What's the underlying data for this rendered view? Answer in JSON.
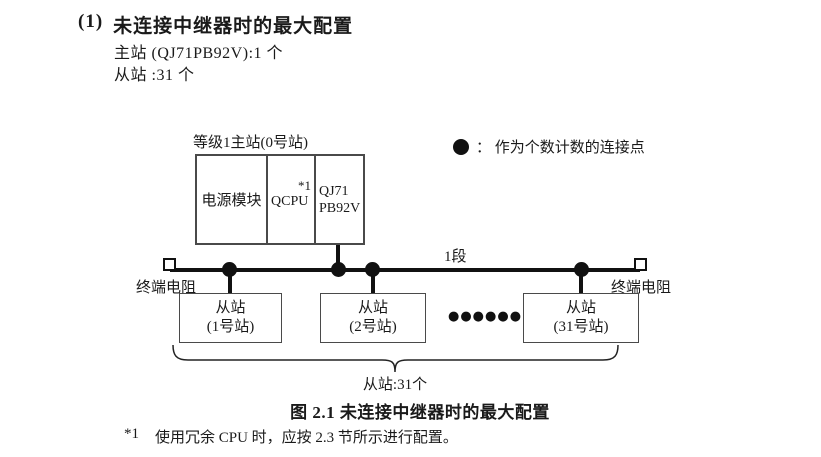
{
  "heading": {
    "number": "(1)",
    "title": "未连接中继器时的最大配置",
    "master_line": "主站 (QJ71PB92V):1 个",
    "slave_line": "从站 :31 个"
  },
  "diagram": {
    "legend_text": "： 作为个数计数的连接点",
    "master": {
      "label": "等级1主站(0号站)",
      "cells": {
        "power": "电源模块",
        "cpu": "QCPU",
        "cpu_note": "*1",
        "pb_line1": "QJ71",
        "pb_line2": "PB92V"
      }
    },
    "bus": {
      "segment_label": "1段",
      "terminator_left": "终端电阻",
      "terminator_right": "终端电阻"
    },
    "slaves": [
      {
        "line1": "从站",
        "line2": "(1号站)"
      },
      {
        "line1": "从站",
        "line2": "(2号站)"
      },
      {
        "line1": "从站",
        "line2": "(31号站)"
      }
    ],
    "ellipsis": "●●●●●●",
    "brace_label": "从站:31个"
  },
  "caption": "图 2.1 未连接中继器时的最大配置",
  "footnote": {
    "marker": "*1",
    "text": "使用冗余 CPU 时，应按 2.3 节所示进行配置。"
  }
}
